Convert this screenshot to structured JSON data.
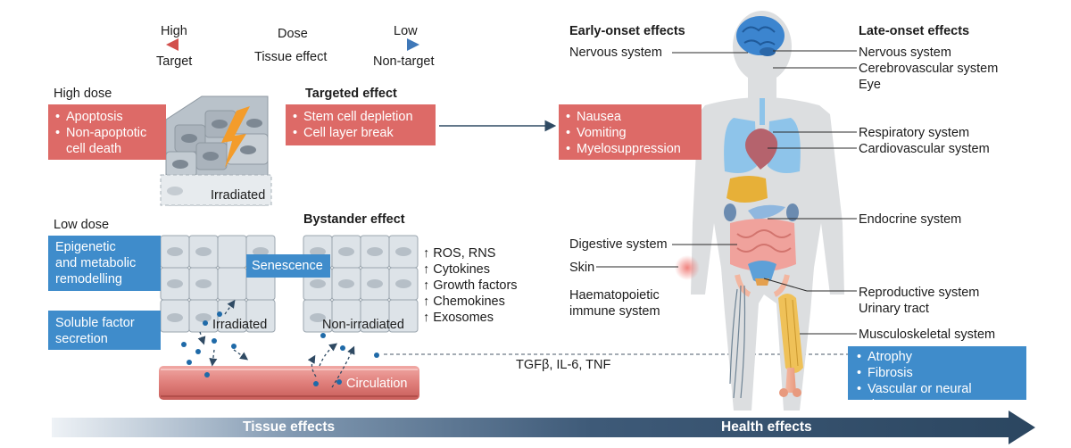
{
  "dose_scale": {
    "high": "High",
    "low": "Low",
    "dose": "Dose",
    "target": "Target",
    "tissue_effect": "Tissue effect",
    "non_target": "Non-target"
  },
  "high_dose": {
    "label": "High dose",
    "effects": [
      "Apoptosis",
      "Non-apoptotic",
      "cell death"
    ],
    "irradiated": "Irradiated"
  },
  "targeted_effect": {
    "title": "Targeted effect",
    "items": [
      "Stem cell depletion",
      "Cell layer break"
    ]
  },
  "low_dose": {
    "label": "Low dose",
    "epigenetic": [
      "Epigenetic",
      "and metabolic",
      "remodelling"
    ],
    "senescence": "Senescence",
    "soluble": [
      "Soluble factor",
      "secretion"
    ],
    "irradiated": "Irradiated"
  },
  "bystander_effect": {
    "title": "Bystander effect",
    "non_irradiated": "Non-irradiated",
    "factors": [
      "↑ ROS, RNS",
      "↑ Cytokines",
      "↑ Growth factors",
      "↑ Chemokines",
      "↑ Exosomes"
    ]
  },
  "circulation": "Circulation",
  "signals": "TGFβ, IL-6, TNF",
  "early_onset": {
    "title": "Early-onset effects",
    "nervous": "Nervous system",
    "symptoms": [
      "Nausea",
      "Vomiting",
      "Myelosuppression"
    ],
    "digestive": "Digestive system",
    "skin": "Skin",
    "haematopoietic": [
      "Haematopoietic",
      "immune system"
    ]
  },
  "late_onset": {
    "title": "Late-onset effects",
    "nervous": "Nervous system",
    "cerebrovascular": "Cerebrovascular system",
    "eye": "Eye",
    "respiratory": "Respiratory system",
    "cardiovascular": "Cardiovascular system",
    "endocrine": "Endocrine system",
    "reproductive": "Reproductive system",
    "urinary": "Urinary tract",
    "musculoskeletal": "Musculoskeletal system",
    "outcomes": [
      "Atrophy",
      "Fibrosis",
      "Vascular or neural damage"
    ]
  },
  "bottom_bar": {
    "tissue": "Tissue effects",
    "health": "Health effects"
  },
  "colors": {
    "red_box": "#dd6a67",
    "blue_box": "#3f8ccb",
    "cell_fill": "#dde3e8",
    "cell_edge": "#9aa5ae",
    "vessel": "#e58a86",
    "silhouette": "#dcdee0",
    "bar_dark": "#2b4660"
  },
  "icons": [
    "lightning-bolt-icon",
    "dose-gradient-arrow",
    "progress-arrow"
  ]
}
